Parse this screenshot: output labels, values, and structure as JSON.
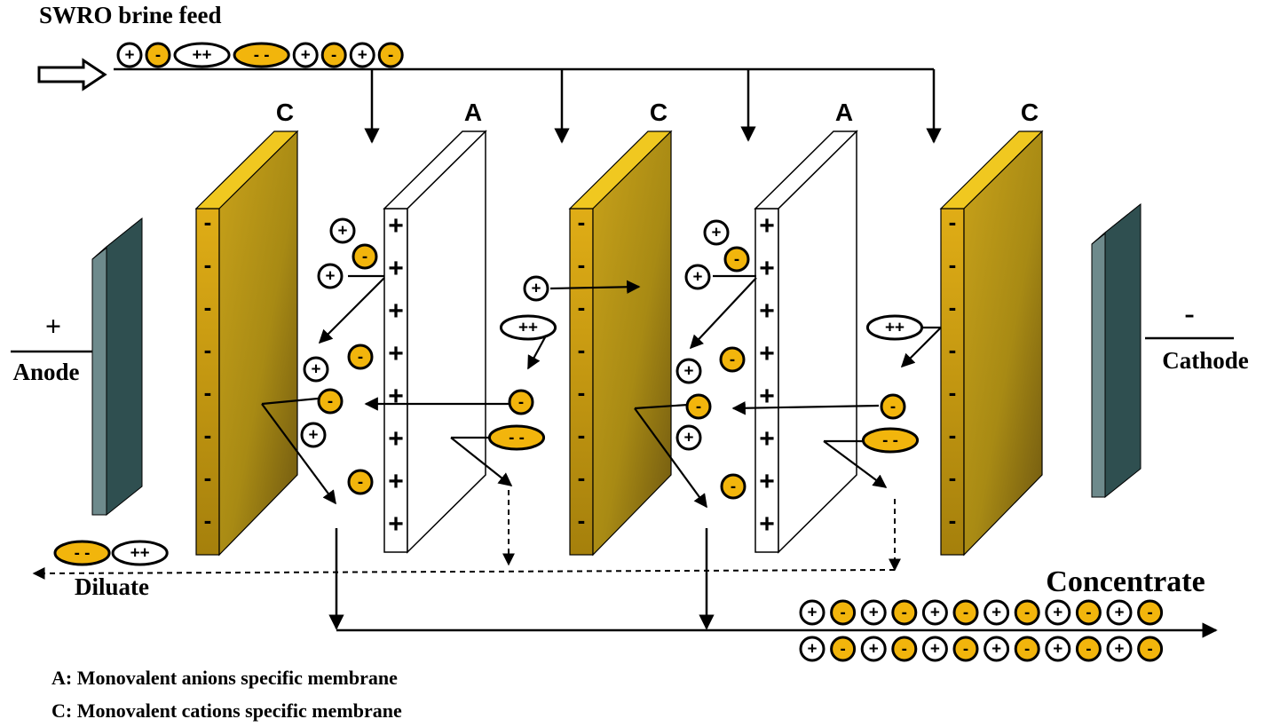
{
  "labels": {
    "title": "SWRO brine feed",
    "anode_sign": "+",
    "anode": "Anode",
    "cathode_sign": "-",
    "cathode": "Cathode",
    "diluate": "Diluate",
    "concentrate": "Concentrate",
    "membrane_c": "C",
    "membrane_a": "A",
    "legend_a": "A: Monovalent anions specific membrane",
    "legend_c": "C: Monovalent cations specific membrane"
  },
  "ion_symbols": {
    "cation": "+",
    "anion": "-",
    "divalent_cation": "++",
    "divalent_anion": "- -"
  },
  "membrane_signs": {
    "cation_membrane": "-",
    "anion_membrane": "+"
  },
  "colors": {
    "anion_fill": "#f2b50c",
    "cation_fill": "#ffffff",
    "c_membrane_front": "#c79a12",
    "c_membrane_top": "#f0c820",
    "c_membrane_face": "#b08e10",
    "electrode_face": "#2f4f50",
    "electrode_side": "#6e8a8c",
    "line": "#000000"
  },
  "feed_ions": [
    "cation",
    "anion",
    "divalent_cation",
    "divalent_anion",
    "cation",
    "anion",
    "cation",
    "anion"
  ],
  "concentrate_ions": [
    "cation",
    "anion",
    "cation",
    "anion",
    "cation",
    "anion",
    "cation",
    "anion",
    "cation",
    "anion",
    "cation",
    "anion"
  ],
  "diluate_ions": [
    "divalent_anion",
    "divalent_cation"
  ]
}
